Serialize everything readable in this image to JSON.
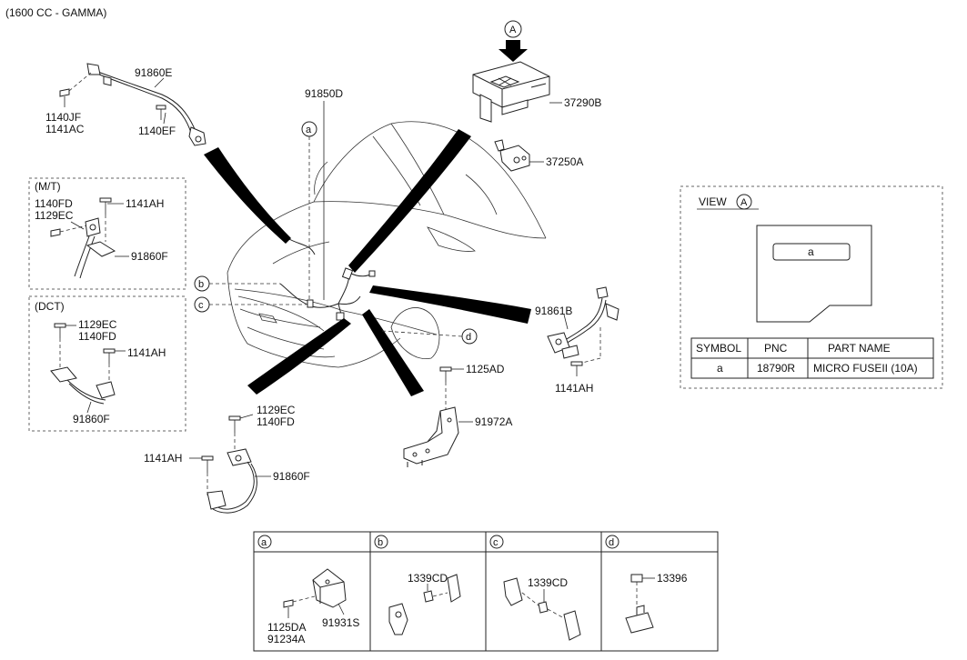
{
  "header": {
    "title": "(1600 CC - GAMMA)"
  },
  "view_arrow": {
    "letter": "A"
  },
  "labels": {
    "p91860E": "91860E",
    "p1140JF": "1140JF",
    "p1141AC": "1141AC",
    "p1140EF": "1140EF",
    "p91850D": "91850D",
    "p37290B": "37290B",
    "p37250A": "37250A",
    "p91861B": "91861B",
    "p1141AH_r": "1141AH",
    "p1125AD": "1125AD",
    "p91972A": "91972A",
    "p1129EC_m": "1129EC",
    "p1140FD_m": "1140FD",
    "p1141AH_m": "1141AH",
    "p91860F_m": "91860F"
  },
  "callouts": {
    "a": "a",
    "b": "b",
    "c": "c",
    "d": "d"
  },
  "mt_box": {
    "title": "(M/T)",
    "l1140FD": "1140FD",
    "l1129EC": "1129EC",
    "l1141AH": "1141AH",
    "l91860F": "91860F"
  },
  "dct_box": {
    "title": "(DCT)",
    "l1129EC": "1129EC",
    "l1140FD": "1140FD",
    "l1141AH": "1141AH",
    "l91860F": "91860F"
  },
  "view_box": {
    "title": "VIEW",
    "letter": "A",
    "fuse_label": "a",
    "table": {
      "headers": [
        "SYMBOL",
        "PNC",
        "PART NAME"
      ],
      "rows": [
        [
          "a",
          "18790R",
          "MICRO FUSEII (10A)"
        ]
      ]
    }
  },
  "detail_table": {
    "cells": [
      {
        "letter": "a",
        "labels": [
          "1125DA",
          "91234A",
          "91931S"
        ]
      },
      {
        "letter": "b",
        "labels": [
          "1339CD"
        ]
      },
      {
        "letter": "c",
        "labels": [
          "1339CD"
        ]
      },
      {
        "letter": "d",
        "labels": [
          "13396"
        ]
      }
    ]
  }
}
